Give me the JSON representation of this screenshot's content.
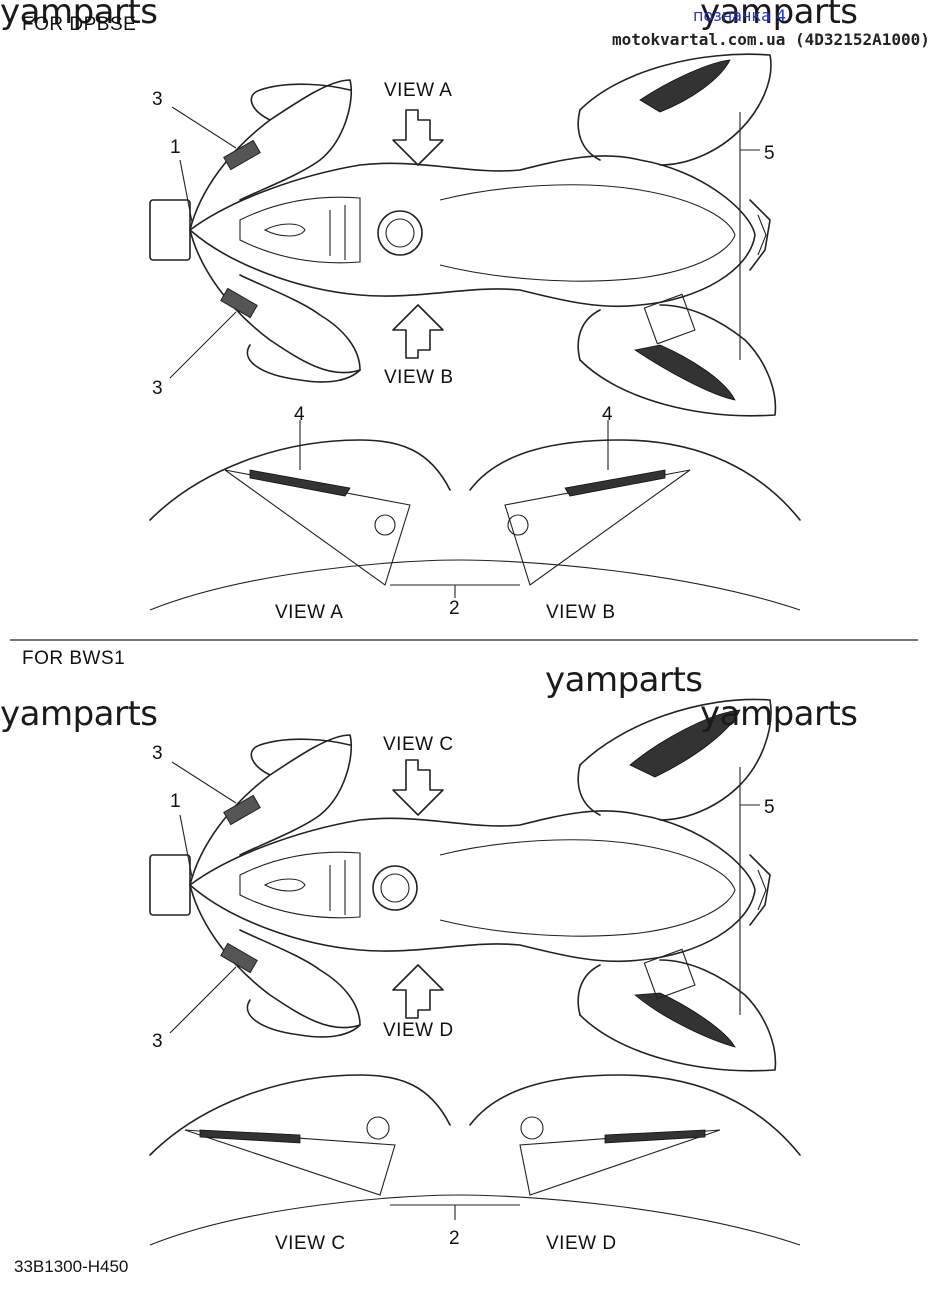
{
  "header": {
    "model_top_left": "FOR DPBSE",
    "link_text": "позначка 4",
    "site_line": "motokvartal.com.ua (4D32152A1000)"
  },
  "watermarks": [
    "yamparts",
    "yamparts",
    "yamparts",
    "yamparts",
    "yamparts"
  ],
  "section1": {
    "title": "FOR DPBSE",
    "view_top": "VIEW A",
    "view_bottom": "VIEW B",
    "callouts": [
      "1",
      "2",
      "3",
      "3",
      "4",
      "4",
      "5"
    ],
    "detail_left": "VIEW A",
    "detail_right": "VIEW B"
  },
  "section2": {
    "title": "FOR BWS1",
    "view_top": "VIEW C",
    "view_bottom": "VIEW D",
    "callouts": [
      "1",
      "2",
      "3",
      "3",
      "5"
    ],
    "detail_left": "VIEW C",
    "detail_right": "VIEW D"
  },
  "footer": {
    "code": "33B1300-H450"
  }
}
